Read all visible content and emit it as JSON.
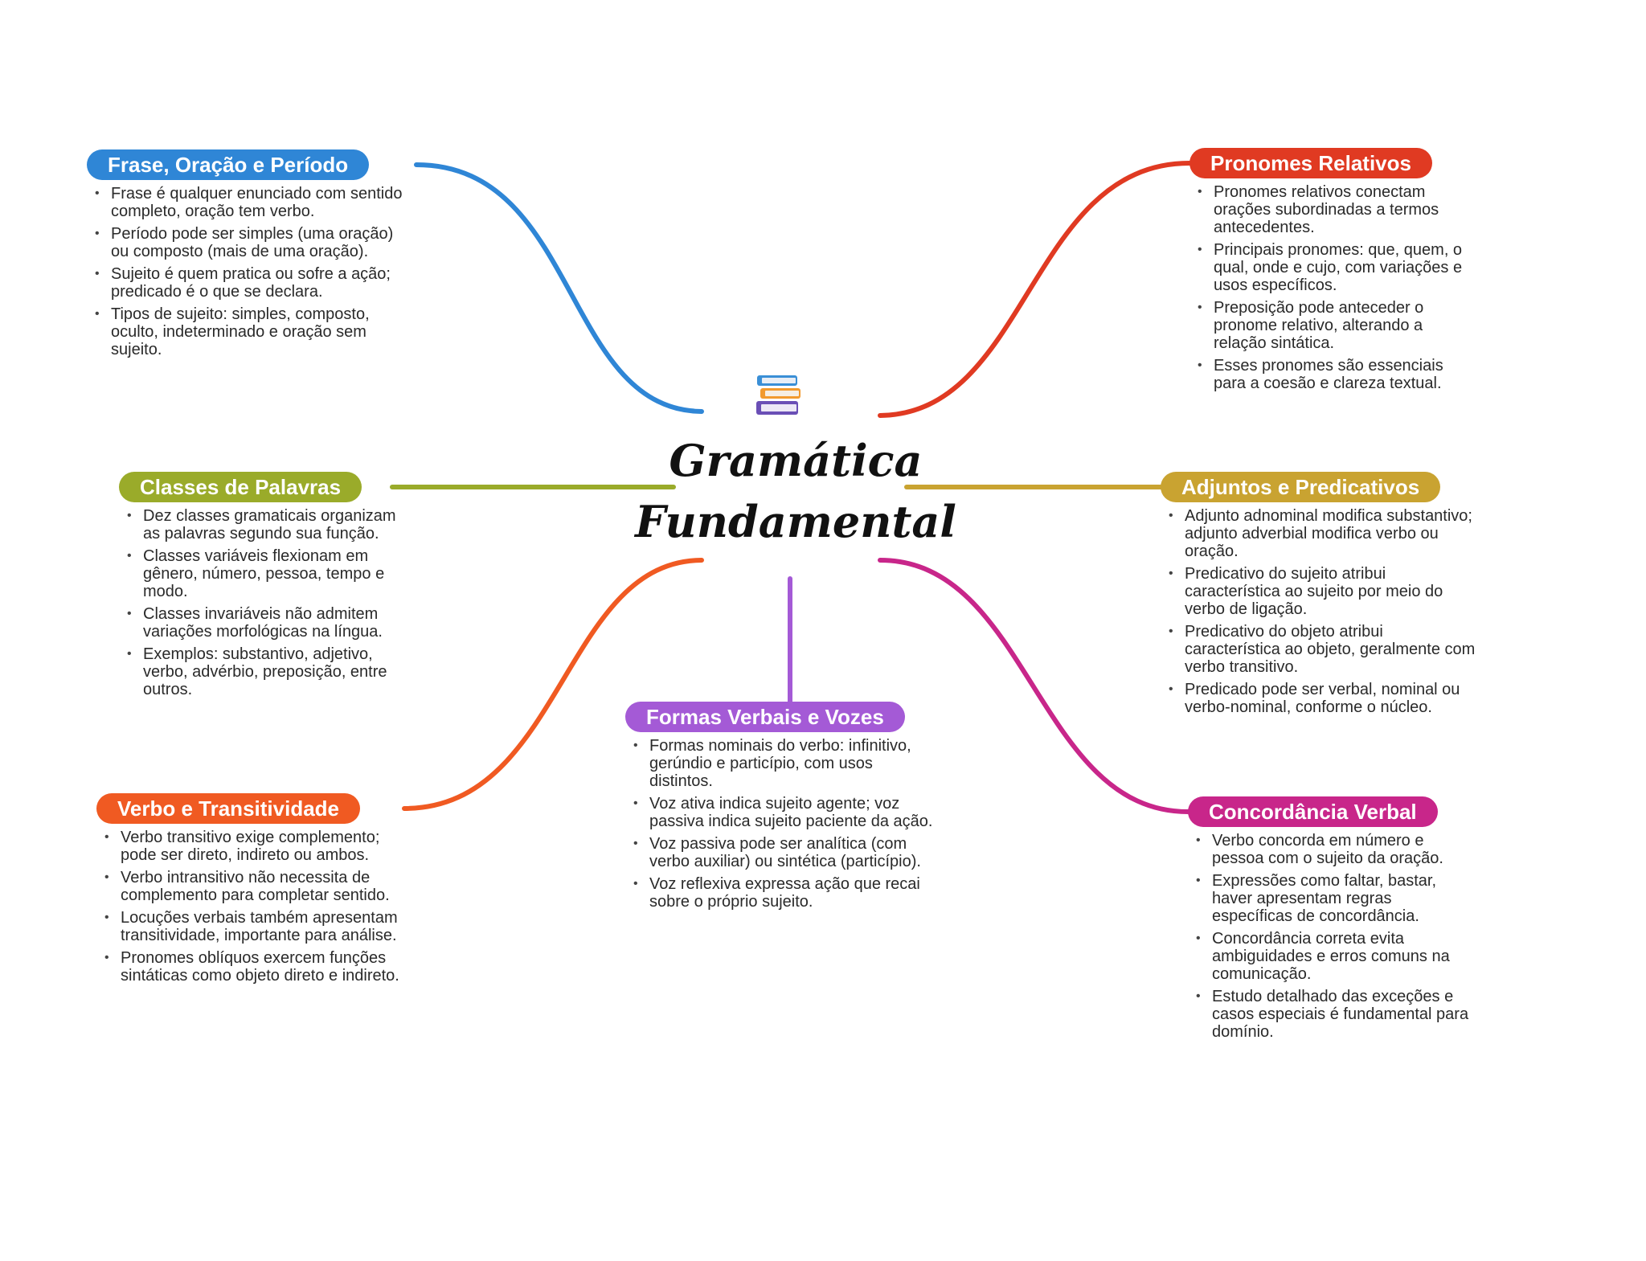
{
  "central": {
    "title_line1": "Gramática",
    "title_line2": "Fundamental",
    "icon": "books-icon"
  },
  "colors": {
    "frase": "#2f86d6",
    "classes": "#9aab2a",
    "verbo": "#f05a22",
    "formas": "#a45ad6",
    "pronomes": "#e03a22",
    "adjuntos": "#c9a331",
    "concordancia": "#c8268a"
  },
  "branches": {
    "frase": {
      "title": "Frase, Oração e Período",
      "items": [
        "Frase é qualquer enunciado com sentido completo, oração tem verbo.",
        "Período pode ser simples (uma oração) ou composto (mais de uma oração).",
        "Sujeito é quem pratica ou sofre a ação; predicado é o que se declara.",
        "Tipos de sujeito: simples, composto, oculto, indeterminado e oração sem sujeito."
      ]
    },
    "classes": {
      "title": "Classes de Palavras",
      "items": [
        "Dez classes gramaticais organizam as palavras segundo sua função.",
        "Classes variáveis flexionam em gênero, número, pessoa, tempo e modo.",
        "Classes invariáveis não admitem variações morfológicas na língua.",
        "Exemplos: substantivo, adjetivo, verbo, advérbio, preposição, entre outros."
      ]
    },
    "verbo": {
      "title": "Verbo e Transitividade",
      "items": [
        "Verbo transitivo exige complemento; pode ser direto, indireto ou ambos.",
        "Verbo intransitivo não necessita de complemento para completar sentido.",
        "Locuções verbais também apresentam transitividade, importante para análise.",
        "Pronomes oblíquos exercem funções sintáticas como objeto direto e indireto."
      ]
    },
    "formas": {
      "title": "Formas Verbais e Vozes",
      "items": [
        "Formas nominais do verbo: infinitivo, gerúndio e particípio, com usos distintos.",
        "Voz ativa indica sujeito agente; voz passiva indica sujeito paciente da ação.",
        "Voz passiva pode ser analítica (com verbo auxiliar) ou sintética (particípio).",
        "Voz reflexiva expressa ação que recai sobre o próprio sujeito."
      ]
    },
    "pronomes": {
      "title": "Pronomes Relativos",
      "items": [
        "Pronomes relativos conectam orações subordinadas a termos antecedentes.",
        "Principais pronomes: que, quem, o qual, onde e cujo, com variações e usos específicos.",
        "Preposição pode anteceder o pronome relativo, alterando a relação sintática.",
        "Esses pronomes são essenciais para a coesão e clareza textual."
      ]
    },
    "adjuntos": {
      "title": "Adjuntos e Predicativos",
      "items": [
        "Adjunto adnominal modifica substantivo; adjunto adverbial modifica verbo ou oração.",
        "Predicativo do sujeito atribui característica ao sujeito por meio do verbo de ligação.",
        "Predicativo do objeto atribui característica ao objeto, geralmente com verbo transitivo.",
        "Predicado pode ser verbal, nominal ou verbo-nominal, conforme o núcleo."
      ]
    },
    "concordancia": {
      "title": "Concordância Verbal",
      "items": [
        "Verbo concorda em número e pessoa com o sujeito da oração.",
        "Expressões como faltar, bastar, haver apresentam regras específicas de concordância.",
        "Concordância correta evita ambiguidades e erros comuns na comunicação.",
        "Estudo detalhado das exceções e casos especiais é fundamental para domínio."
      ]
    }
  }
}
